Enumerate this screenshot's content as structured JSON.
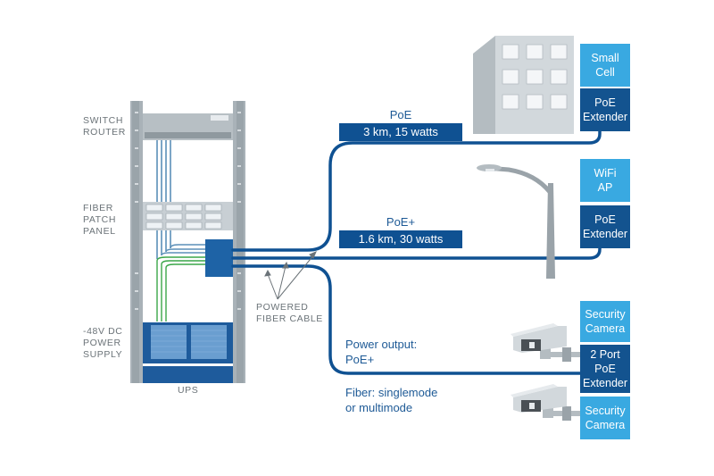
{
  "rack": {
    "switch_router": [
      "SWITCH",
      "ROUTER"
    ],
    "fiber_patch_panel": [
      "FIBER",
      "PATCH",
      "PANEL"
    ],
    "power_supply": [
      "-48V DC",
      "POWER",
      "SUPPLY"
    ],
    "ups": "UPS"
  },
  "cable_label": [
    "POWERED",
    "FIBER CABLE"
  ],
  "links": [
    {
      "heading": "PoE",
      "spec": "3 km, 15 watts"
    },
    {
      "heading": "PoE+",
      "spec": "1.6 km, 30 watts"
    }
  ],
  "notes": {
    "power_output": [
      "Power output:",
      "PoE+"
    ],
    "fiber": [
      "Fiber: singlemode",
      "or multimode"
    ]
  },
  "devices": {
    "small_cell": [
      "Small",
      "Cell"
    ],
    "poe_extender_1": [
      "PoE",
      "Extender"
    ],
    "wifi_ap": [
      "WiFi",
      "AP"
    ],
    "poe_extender_2": [
      "PoE",
      "Extender"
    ],
    "security_camera_1": [
      "Security",
      "Camera"
    ],
    "port_extender": [
      "2 Port",
      "PoE",
      "Extender"
    ],
    "security_camera_2": [
      "Security",
      "Camera"
    ]
  },
  "colors": {
    "cable": "#0f5192",
    "box_light": "#39a9e1",
    "box_dark": "#13538f",
    "rack": "#a9b2b8",
    "label_gray": "#6b7378",
    "fiber_green": "#3aa648"
  }
}
